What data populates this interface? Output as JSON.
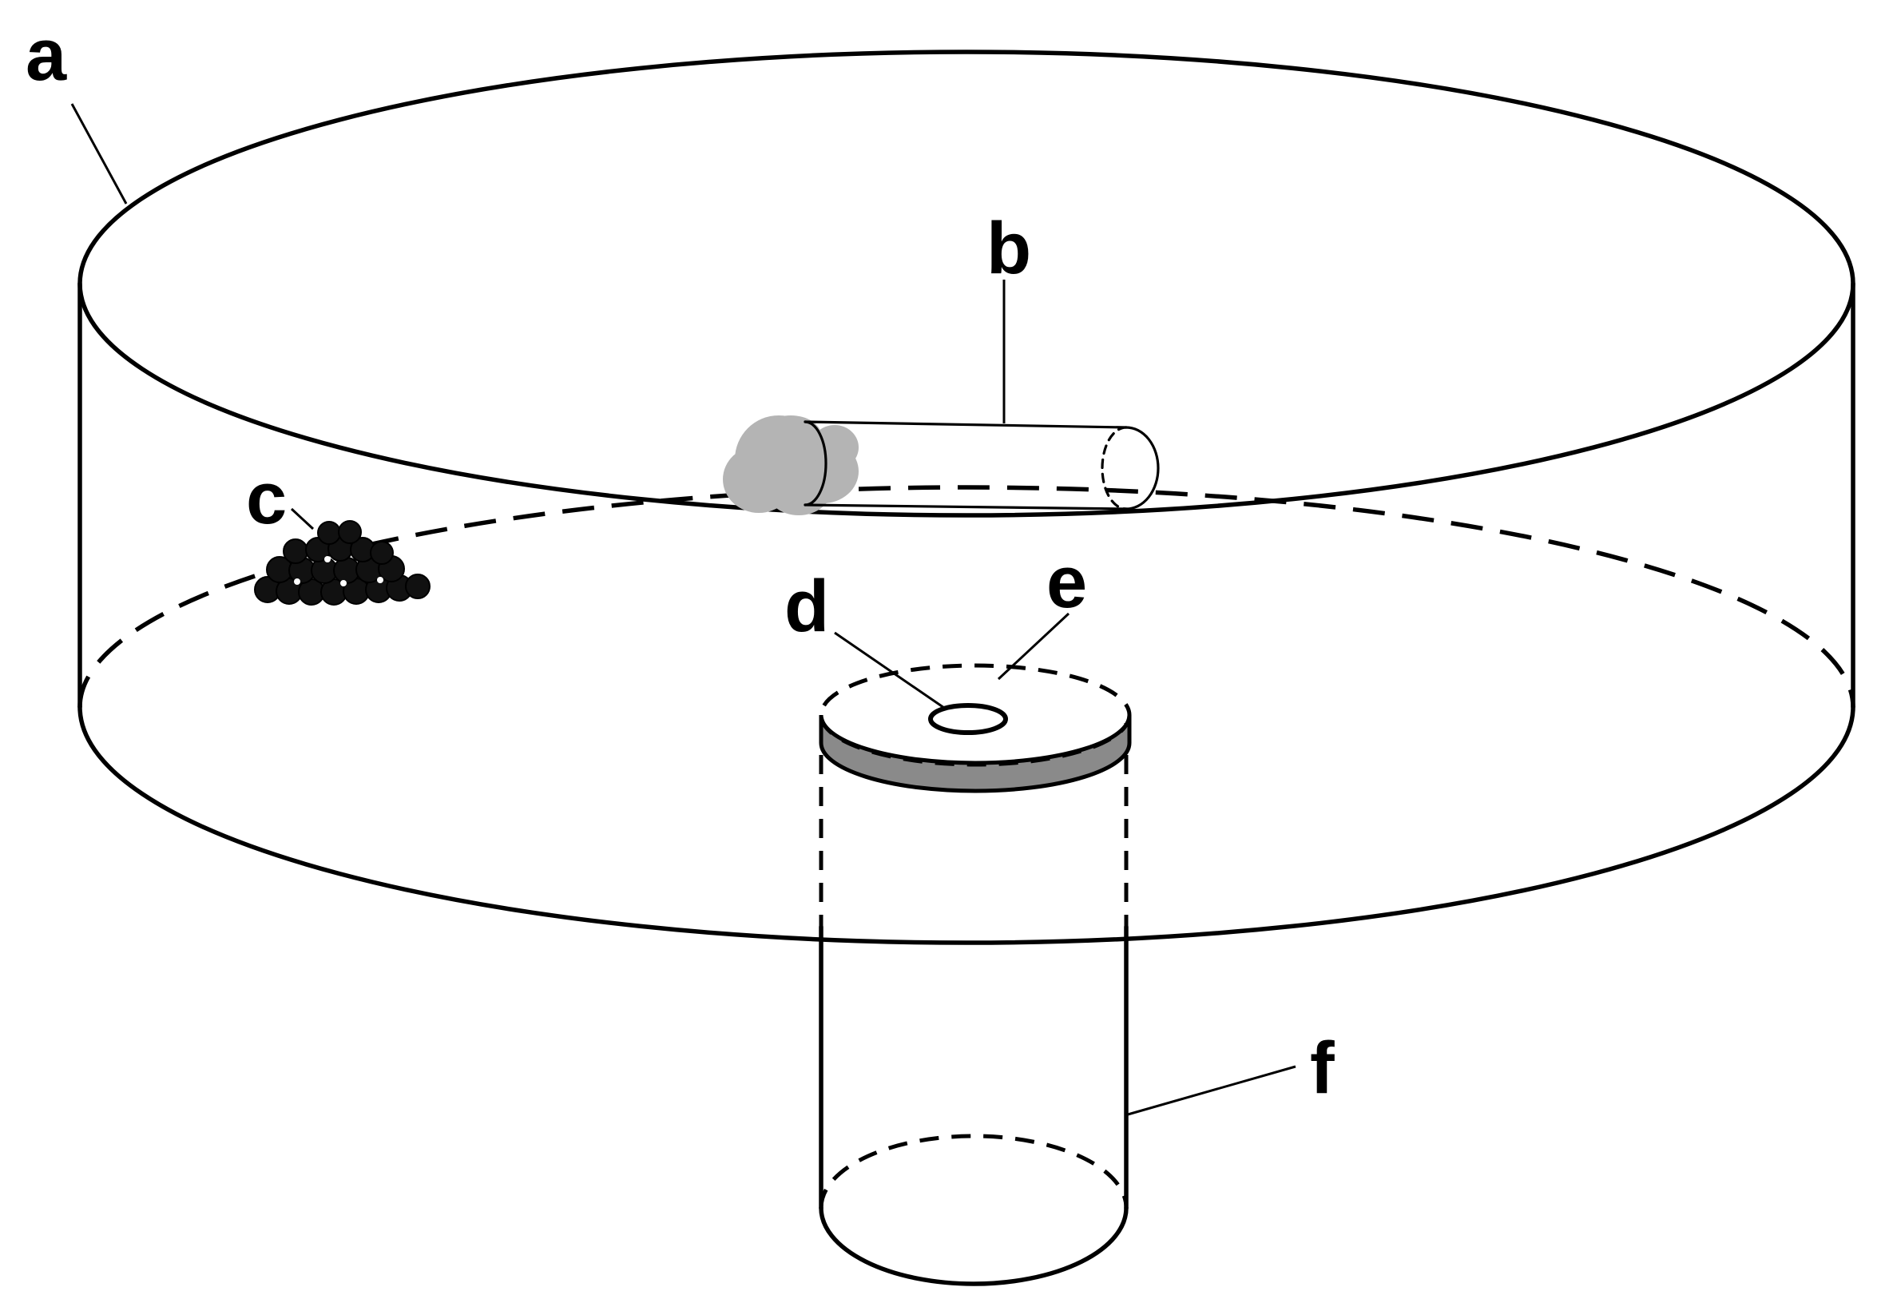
{
  "labels": {
    "a": "a",
    "b": "b",
    "c": "c",
    "d": "d",
    "e": "e",
    "f": "f"
  },
  "colors": {
    "line": "#000000",
    "background": "#ffffff",
    "tube_plug": "#b4b4b4",
    "platform_rim": "#8a8a8a",
    "pellets": "#111111"
  }
}
